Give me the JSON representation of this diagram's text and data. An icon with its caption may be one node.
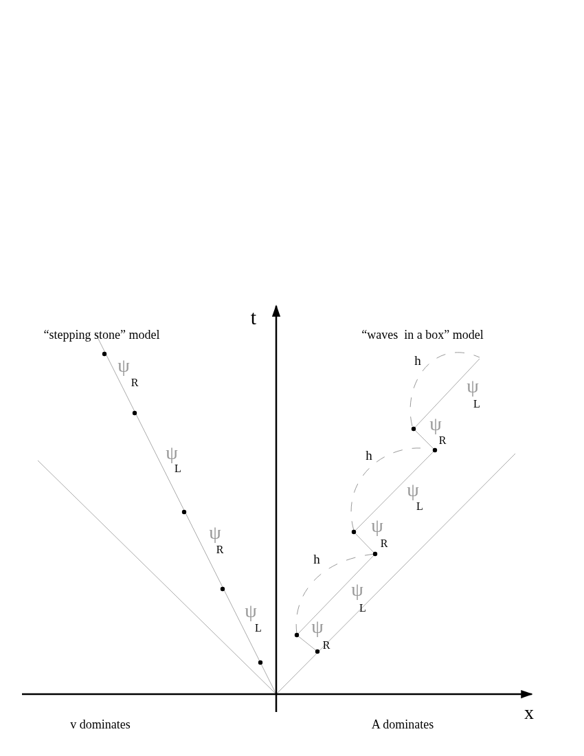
{
  "diagram": {
    "labels": [
      "“stepping stone” model",
      "t",
      "“waves  in a box” model",
      "h",
      "ψ",
      "R",
      "ψ",
      "L",
      "ψ",
      "R",
      "ψ",
      "h",
      "L",
      "ψ",
      "L",
      "ψ",
      "R",
      "ψ",
      "R",
      "h",
      "ψ",
      "L",
      "ψ",
      "L",
      "ψ",
      "R",
      "x",
      "v dominates",
      "A dominates"
    ]
  }
}
